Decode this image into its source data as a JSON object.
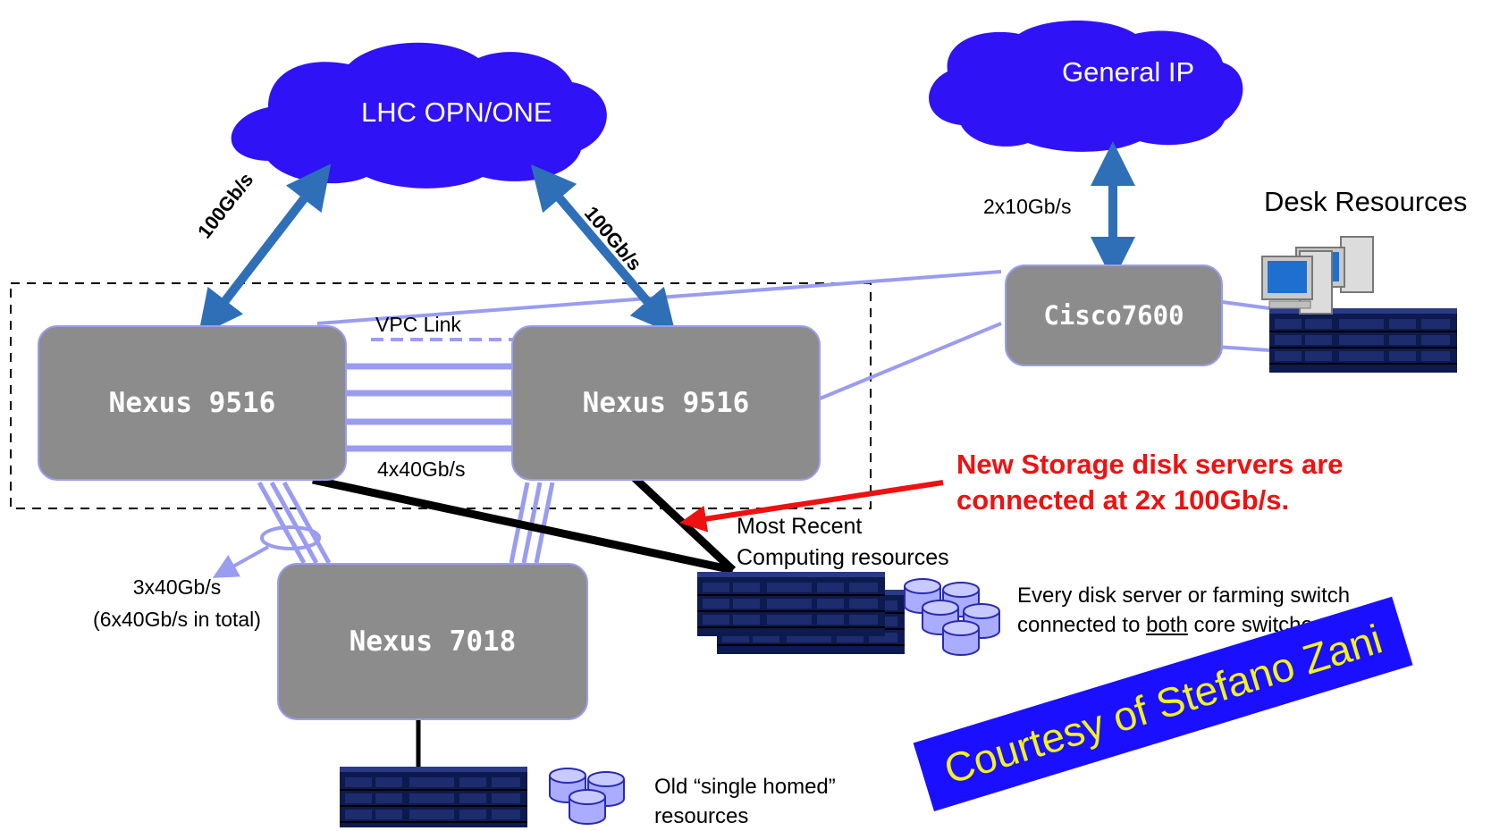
{
  "clouds": {
    "lhc": "LHC OPN/ONE",
    "general": "General IP"
  },
  "nodes": {
    "nexus_left": "Nexus 9516",
    "nexus_right": "Nexus 9516",
    "nexus_7018": "Nexus 7018",
    "cisco": "Cisco7600"
  },
  "links": {
    "uplink_left": "100Gb/s",
    "uplink_right": "100Gb/s",
    "general_ip": "2x10Gb/s",
    "vpc": "VPC Link",
    "inter_core": "4x40Gb/s",
    "to_7018_line1": "3x40Gb/s",
    "to_7018_line2": "(6x40Gb/s in total)"
  },
  "labels": {
    "desk_resources": "Desk Resources",
    "recent_line1": "Most Recent",
    "recent_line2": "Computing resources",
    "every_line1": "Every disk server or farming switch",
    "every_line2_pre": "connected to ",
    "every_line2_underlined": "both",
    "every_line2_post": " core switches",
    "old_line1": "Old “single homed”",
    "old_line2": "resources"
  },
  "annotation": {
    "line1": "New Storage disk servers are",
    "line2": "connected at 2x 100Gb/s."
  },
  "banner": "Courtesy of Stefano Zani",
  "colors": {
    "cloud": "#2f12f5",
    "node_fill": "#8c8c8c",
    "node_border": "#9a9cf0",
    "link_lavender": "#9a9cf0",
    "arrow_blue": "#2e6fb8",
    "annotation_red": "#ee1111",
    "banner_bg": "#1a10ff",
    "banner_text": "#f2f21c",
    "server_navy": "#0d1a4f"
  },
  "icons": [
    "cloud-icon",
    "server-rack-icon",
    "disk-stack-icon",
    "desktop-computer-icon"
  ]
}
